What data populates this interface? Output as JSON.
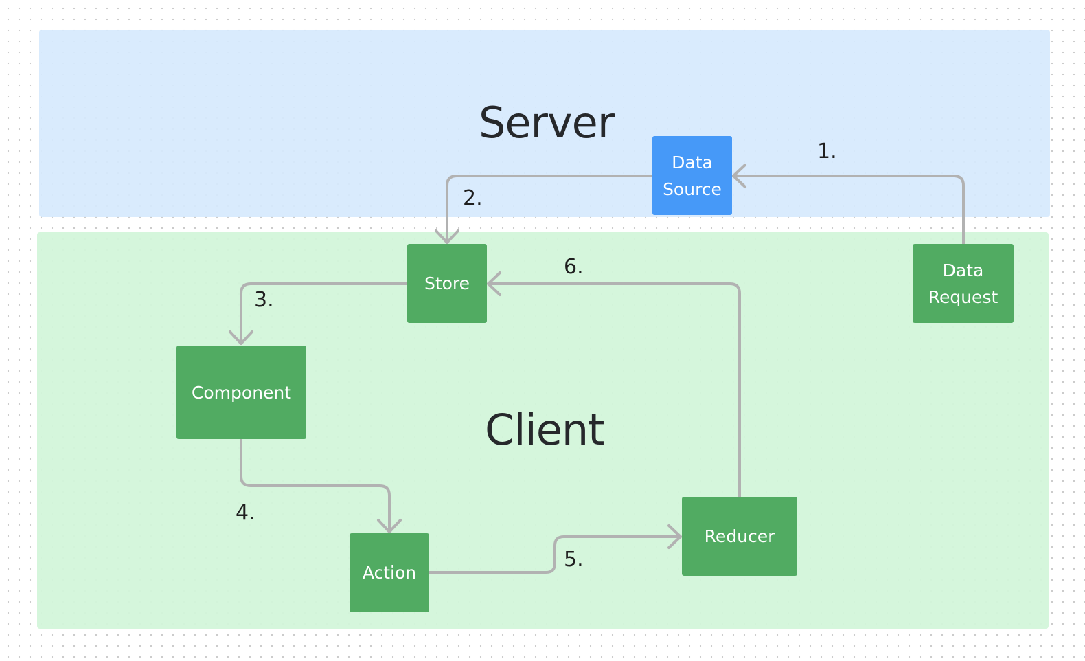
{
  "zones": {
    "server": {
      "title": "Server",
      "color": "#d6e9fd"
    },
    "client": {
      "title": "Client",
      "color": "#d3f5da"
    }
  },
  "nodes": {
    "data_source": "Data\nSource",
    "data_request": "Data\nRequest",
    "store": "Store",
    "component": "Component",
    "action": "Action",
    "reducer": "Reducer"
  },
  "steps": {
    "s1": "1.",
    "s2": "2.",
    "s3": "3.",
    "s4": "4.",
    "s5": "5.",
    "s6": "6."
  },
  "edges": [
    {
      "from": "data_request",
      "to": "data_source",
      "step": "1."
    },
    {
      "from": "data_source",
      "to": "store",
      "step": "2."
    },
    {
      "from": "store",
      "to": "component",
      "step": "3."
    },
    {
      "from": "component",
      "to": "action",
      "step": "4."
    },
    {
      "from": "action",
      "to": "reducer",
      "step": "5."
    },
    {
      "from": "reducer",
      "to": "store",
      "step": "6."
    }
  ],
  "colors": {
    "client_node": "#51ab62",
    "server_node": "#4699f8",
    "edge": "#b2b2b2",
    "text": "#26282b"
  }
}
